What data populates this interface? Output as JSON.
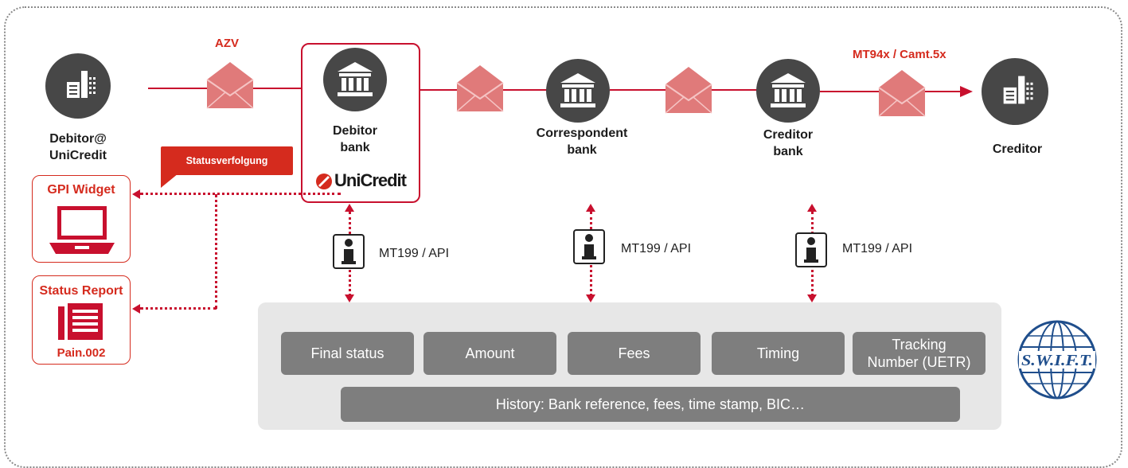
{
  "colors": {
    "accent_red": "#c8102e",
    "node_gray": "#474747",
    "pill_gray": "#7e7e7e",
    "panel_gray": "#e7e7e7",
    "swift_blue": "#1f4e8c"
  },
  "flow": {
    "azv_label": "AZV",
    "mt94x_label": "MT94x / Camt.5x"
  },
  "nodes": {
    "debitor": {
      "label": "Debitor@\nUniCredit",
      "icon": "building-icon"
    },
    "debitor_bank": {
      "label": "Debitor\nbank",
      "icon": "bank-icon"
    },
    "correspondent_bank": {
      "label": "Correspondent\nbank",
      "icon": "bank-icon"
    },
    "creditor_bank": {
      "label": "Creditor\nbank",
      "icon": "bank-icon"
    },
    "creditor": {
      "label": "Creditor",
      "icon": "building-icon"
    }
  },
  "brand": {
    "name": "UniCredit"
  },
  "callout": {
    "text": "Statusverfolgung"
  },
  "side": {
    "gpi_widget": {
      "title": "GPI Widget",
      "icon": "laptop-icon"
    },
    "status_report": {
      "title": "Status Report",
      "subtitle": "Pain.002",
      "icon": "document-icon"
    }
  },
  "info": [
    {
      "label": "MT199 / API",
      "icon": "info-icon"
    },
    {
      "label": "MT199 / API",
      "icon": "info-icon"
    },
    {
      "label": "MT199 / API",
      "icon": "info-icon"
    }
  ],
  "panel": {
    "pills": [
      "Final status",
      "Amount",
      "Fees",
      "Timing",
      "Tracking\nNumber (UETR)"
    ],
    "history": "History: Bank reference, fees, time stamp, BIC…"
  },
  "swift": {
    "text": "S.W.I.F.T."
  }
}
